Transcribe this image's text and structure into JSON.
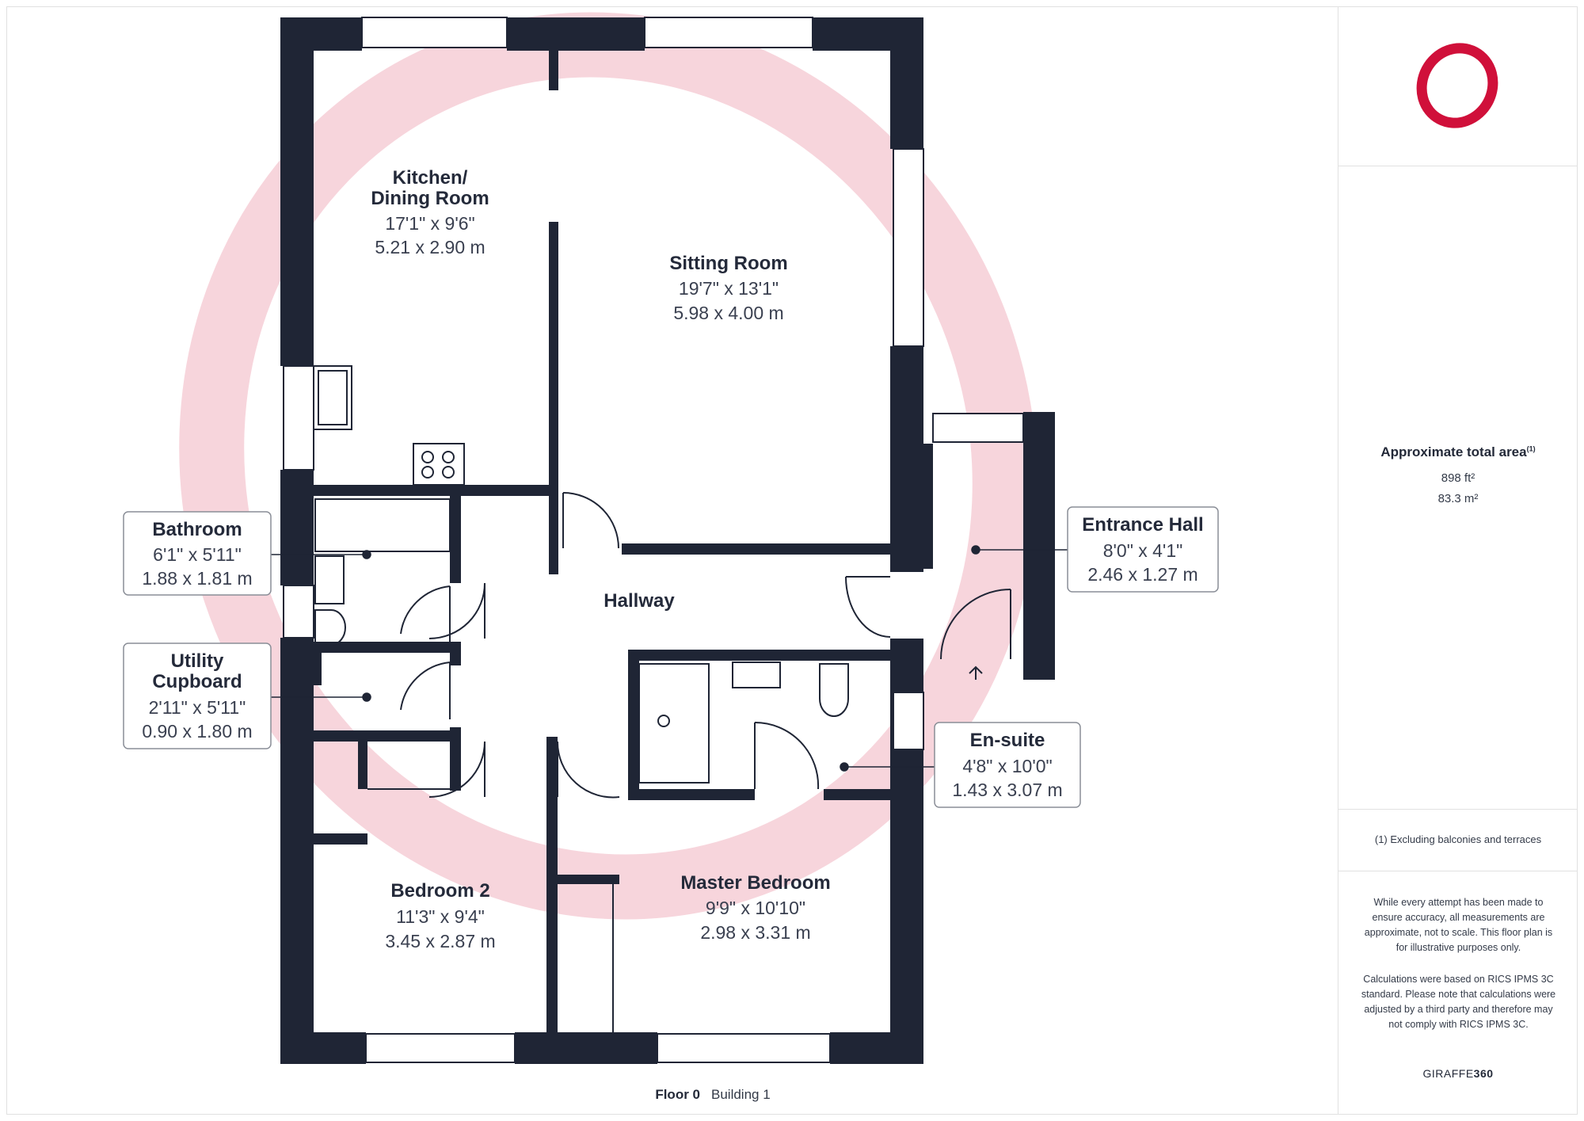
{
  "colors": {
    "wall": "#1f2535",
    "accent": "#d0103a",
    "watermark": "#f7d5dc",
    "text": "#242a3a"
  },
  "rooms": {
    "kitchen": {
      "name_line1": "Kitchen/",
      "name_line2": "Dining Room",
      "imperial": "17'1\" x 9'6\"",
      "metric": "5.21 x 2.90 m"
    },
    "sitting": {
      "name": "Sitting Room",
      "imperial": "19'7\" x 13'1\"",
      "metric": "5.98 x 4.00 m"
    },
    "hallway": {
      "name": "Hallway"
    },
    "bedroom2": {
      "name": "Bedroom 2",
      "imperial": "11'3\" x 9'4\"",
      "metric": "3.45 x 2.87 m"
    },
    "master": {
      "name": "Master Bedroom",
      "imperial": "9'9\" x 10'10\"",
      "metric": "2.98 x 3.31 m"
    }
  },
  "callouts": {
    "bathroom": {
      "name": "Bathroom",
      "imperial": "6'1\" x 5'11\"",
      "metric": "1.88 x 1.81 m"
    },
    "utility": {
      "name_line1": "Utility",
      "name_line2": "Cupboard",
      "imperial": "2'11\" x 5'11\"",
      "metric": "0.90 x 1.80 m"
    },
    "entrance": {
      "name": "Entrance Hall",
      "imperial": "8'0\" x 4'1\"",
      "metric": "2.46 x 1.27 m"
    },
    "ensuite": {
      "name": "En-suite",
      "imperial": "4'8\" x 10'0\"",
      "metric": "1.43 x 3.07 m"
    }
  },
  "sidebar": {
    "area_title": "Approximate total area",
    "area_note_mark": "(1)",
    "area_ft": "898 ft²",
    "area_m": "83.3 m²",
    "footnote": "(1) Excluding balconies and terraces",
    "disclaimer_1": "While every attempt has been made to ensure accuracy, all measurements are approximate, not to scale. This floor plan is for illustrative purposes only.",
    "disclaimer_2": "Calculations were based on RICS IPMS 3C standard. Please note that calculations were adjusted by a third party and therefore may not comply with RICS IPMS 3C.",
    "brand_prefix": "GIRAFFE",
    "brand_suffix": "360",
    "logo_icon": "o-ring-logo"
  },
  "floor": {
    "label": "Floor 0",
    "building": "Building 1"
  }
}
